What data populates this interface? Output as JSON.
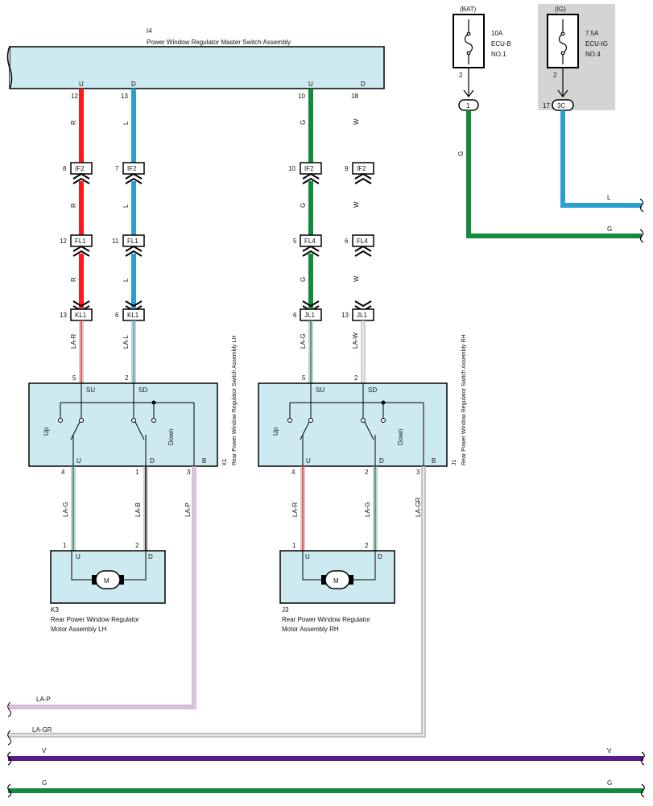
{
  "master": {
    "ref": "I4",
    "name": "Power Window Regulator Master Switch Assembly",
    "pins_top": [
      "U",
      "D",
      "U",
      "D"
    ],
    "pin_numbers": [
      "12",
      "13",
      "10",
      "18"
    ]
  },
  "fuse_bat": {
    "header": "(BAT)",
    "rating": "10A",
    "name": "ECU-B",
    "no": "NO.1",
    "pin": "2",
    "conn": "1"
  },
  "fuse_ig": {
    "header": "(IG)",
    "rating": "7.5A",
    "name": "ECU-IG",
    "no": "NO.4",
    "pin": "2",
    "conn": "3C",
    "conn_pin": "17"
  },
  "right_wires": {
    "l": "L",
    "g_vertical": "G",
    "g_horizontal": "G"
  },
  "connectors": {
    "if2": "IF2",
    "fl1": "FL1",
    "fl4": "FL4",
    "kl1": "KL1",
    "jl1": "JL1",
    "p_if2_a": "8",
    "p_if2_b": "7",
    "p_if2_c": "10",
    "p_if2_d": "9",
    "p_fl1_a": "12",
    "p_fl1_b": "11",
    "p_fl4_a": "5",
    "p_fl4_b": "6",
    "p_kl1_a": "13",
    "p_kl1_b": "6",
    "p_jl1_a": "6",
    "p_jl1_b": "13"
  },
  "wire_colors": {
    "r": "R",
    "l": "L",
    "g": "G",
    "w": "W"
  },
  "lh_switch": {
    "ref": "K1",
    "name": "Rear Power Window Regulator Switch Assembly LH",
    "su": "SU",
    "sd": "SD",
    "up": "Up",
    "down": "Down",
    "u": "U",
    "d": "D",
    "b": "B",
    "pin_su": "5",
    "pin_sd": "2",
    "pin_u": "4",
    "pin_d": "1",
    "pin_b": "3",
    "wire_su": "LA-R",
    "wire_sd": "LA-L",
    "wire_u": "LA-G",
    "wire_d": "LA-B",
    "wire_b": "LA-P"
  },
  "rh_switch": {
    "ref": "J1",
    "name": "Rear Power Window Regulator Switch Assembly RH",
    "su": "SU",
    "sd": "SD",
    "up": "Up",
    "down": "Down",
    "u": "U",
    "d": "D",
    "b": "B",
    "pin_su": "5",
    "pin_sd": "2",
    "pin_u": "4",
    "pin_d": "2",
    "pin_b": "3",
    "wire_su": "LA-G",
    "wire_sd": "LA-W",
    "wire_u": "LA-R",
    "wire_d": "LA-G",
    "wire_b": "LA-GR"
  },
  "lh_motor": {
    "ref": "K3",
    "line1": "Rear Power Window Regulator",
    "line2": "Motor Assembly LH",
    "u": "U",
    "d": "D",
    "pin_u": "1",
    "pin_d": "2",
    "m": "M"
  },
  "rh_motor": {
    "ref": "J3",
    "line1": "Rear Power Window Regulator",
    "line2": "Motor Assembly RH",
    "u": "U",
    "d": "D",
    "pin_u": "1",
    "pin_d": "2",
    "m": "M"
  },
  "bottom_wires": {
    "la_p": "LA-P",
    "la_gr": "LA-GR",
    "v_left": "V",
    "v_right": "V",
    "g_left": "G",
    "g_right": "G"
  },
  "colors": {
    "red": "#ff1a1a",
    "blue": "#2a9fd0",
    "green": "#118a3c",
    "violet": "#5a1a8a",
    "pink": "#d89ad0",
    "gray_wire": "#a8a8b0",
    "box_fill": "#cdeaf0",
    "ig_fill": "#d4d4d4"
  }
}
